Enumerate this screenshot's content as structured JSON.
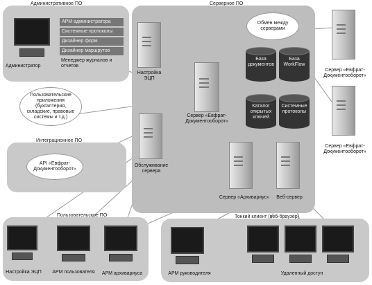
{
  "panels": {
    "admin": "Административное ПО",
    "server": "Серверное ПО",
    "integration": "Интеграционное ПО",
    "user": "Пользовательское ПО",
    "thin": "Тонкий клиент (веб-браузер)"
  },
  "admin_menu": [
    "АРМ администратора",
    "Системные протоколы",
    "Дизайнер форм",
    "Дизайнер маршрутов",
    "Менеджер журналов и отчетов"
  ],
  "labels": {
    "administrator": "Администратор",
    "user_apps": "Пользовательские приложения (бухгалтерия, складские, правовые системы и т.д.)",
    "api": "API «Евфрат-Документооборот»",
    "exchange": "Обмен между серверами",
    "setup_ecp": "Настройка ЭЦП",
    "main_server": "Сервер «Евфрат-Документооборот»",
    "db_documents": "База документов",
    "db_workflow": "База WorkFlow",
    "db_keys": "Каталог открытых ключей",
    "db_protocols": "Системные протоколы",
    "service": "Обслуживание сервера",
    "archivist_server": "Сервер «Архивариус»",
    "web_server": "Веб-сервер",
    "remote_server_1": "Сервер «Евфрат-Документооборот»",
    "remote_server_2": "Сервер «Евфрат-Документооборот»",
    "user_setup_ecp": "Настройка ЭЦП",
    "user_arm": "АРМ пользователя",
    "archivist_arm": "АРМ архивариуса",
    "manager_arm": "АРМ руководителя",
    "remote_access": "Удаленный доступ"
  }
}
